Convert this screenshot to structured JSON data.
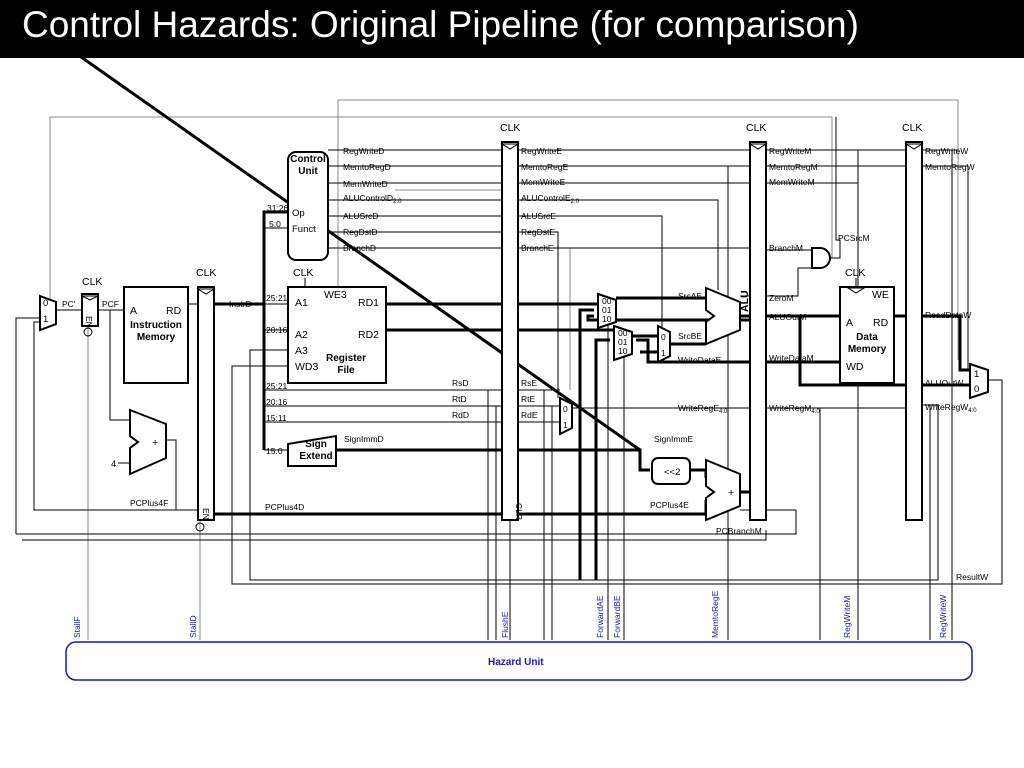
{
  "title": "Control Hazards: Original Pipeline (for comparison)",
  "colors": {
    "title_bar": "#000000",
    "title_text": "#ffffff",
    "hazard_unit": "#1a1aaa",
    "signal_label": "#1a1aaa"
  },
  "clocks": {
    "clk": "CLK"
  },
  "control_unit": {
    "label": "Control Unit",
    "op": "Op",
    "funct": "Funct",
    "op_bits": "31:26",
    "funct_bits": "5:0"
  },
  "register_file": {
    "title": "Register File",
    "we3": "WE3",
    "a1": "A1",
    "a2": "A2",
    "a3": "A3",
    "wd3": "WD3",
    "rd1": "RD1",
    "rd2": "RD2",
    "a1_bits": "25:21",
    "a2_bits": "20:16"
  },
  "instruction_memory": {
    "label": "Instruction Memory",
    "a": "A",
    "rd": "RD"
  },
  "data_memory": {
    "label": "Data Memory",
    "we": "WE",
    "a": "A",
    "rd": "RD",
    "wd": "WD"
  },
  "sign_extend": {
    "label": "Sign Extend",
    "bits": "15:0"
  },
  "alu": {
    "label": "ALU"
  },
  "shift": {
    "label": "<<2"
  },
  "pc_mux": {
    "in0": "0",
    "in1": "1"
  },
  "regdst_mux": {
    "in0": "0",
    "in1": "1"
  },
  "result_mux": {
    "in1": "1",
    "in0": "0"
  },
  "srcb_mux": {
    "in0": "0",
    "in1": "1"
  },
  "forward_mux_a": {
    "in00": "00",
    "in01": "01",
    "in10": "10"
  },
  "forward_mux_b": {
    "in00": "00",
    "in01": "01",
    "in10": "10"
  },
  "pipeline_regs": {
    "en": "EN",
    "clr": "CLR"
  },
  "adders": {
    "plus": "+",
    "four": "4"
  },
  "decode_signals": {
    "regwrite": "RegWriteD",
    "memtoreg": "MemtoRegD",
    "memwrite": "MemWriteD",
    "alucontrol": "ALUControlD",
    "alucontrol_sub": "2:0",
    "alusrc": "ALUSrcD",
    "regdst": "RegDstD",
    "branch": "BranchD"
  },
  "execute_signals": {
    "regwrite": "RegWriteE",
    "memtoreg": "MemtoRegE",
    "memwrite": "MemWriteE",
    "alucontrol": "ALUControlE",
    "alucontrol_sub": "2:0",
    "alusrc": "ALUSrcE",
    "regdst": "RegDstE",
    "branch": "BranchE"
  },
  "memory_signals": {
    "regwrite": "RegWriteM",
    "memtoreg": "MemtoRegM",
    "memwrite": "MemWriteM",
    "branch": "BranchM",
    "pcsrc": "PCSrcM"
  },
  "writeback_signals": {
    "regwrite": "RegWriteW",
    "memtoreg": "MemtoRegW"
  },
  "datapath": {
    "pc_prime": "PC'",
    "pcf": "PCF",
    "instrd": "InstrD",
    "rs_bits": "25:21",
    "rt_bits": "20:16",
    "rd_bits": "15:11",
    "rsd": "RsD",
    "rtd": "RtD",
    "rdd": "RdD",
    "rse": "RsE",
    "rte": "RtE",
    "rde": "RdE",
    "signimmd": "SignImmD",
    "signimme": "SignImmE",
    "srcae": "SrcAE",
    "srcbe": "SrcBE",
    "writedatae": "WriteDataE",
    "writerege": "WriteRegE",
    "writerege_sub": "4:0",
    "zerom": "ZeroM",
    "aluoutm": "ALUOutM",
    "writedatam": "WriteDataM",
    "writeregm": "WriteRegM",
    "writeregm_sub": "4:0",
    "readdataw": "ReadDataW",
    "aluoutw": "ALUOutW",
    "writeregw": "WriteRegW",
    "writeregw_sub": "4:0",
    "pcplus4f": "PCPlus4F",
    "pcplus4d": "PCPlus4D",
    "pcplus4e": "PCPlus4E",
    "pcbranchm": "PCBranchM",
    "resultw": "ResultW"
  },
  "hazard_unit": {
    "label": "Hazard Unit",
    "stallf": "StallF",
    "stalld": "StallD",
    "flushe": "FlushE",
    "forwardae": "ForwardAE",
    "forwardbe": "ForwardBE",
    "memtorege": "MemtoRegE",
    "regwritem": "RegWriteM",
    "regwritew": "RegWriteW"
  }
}
